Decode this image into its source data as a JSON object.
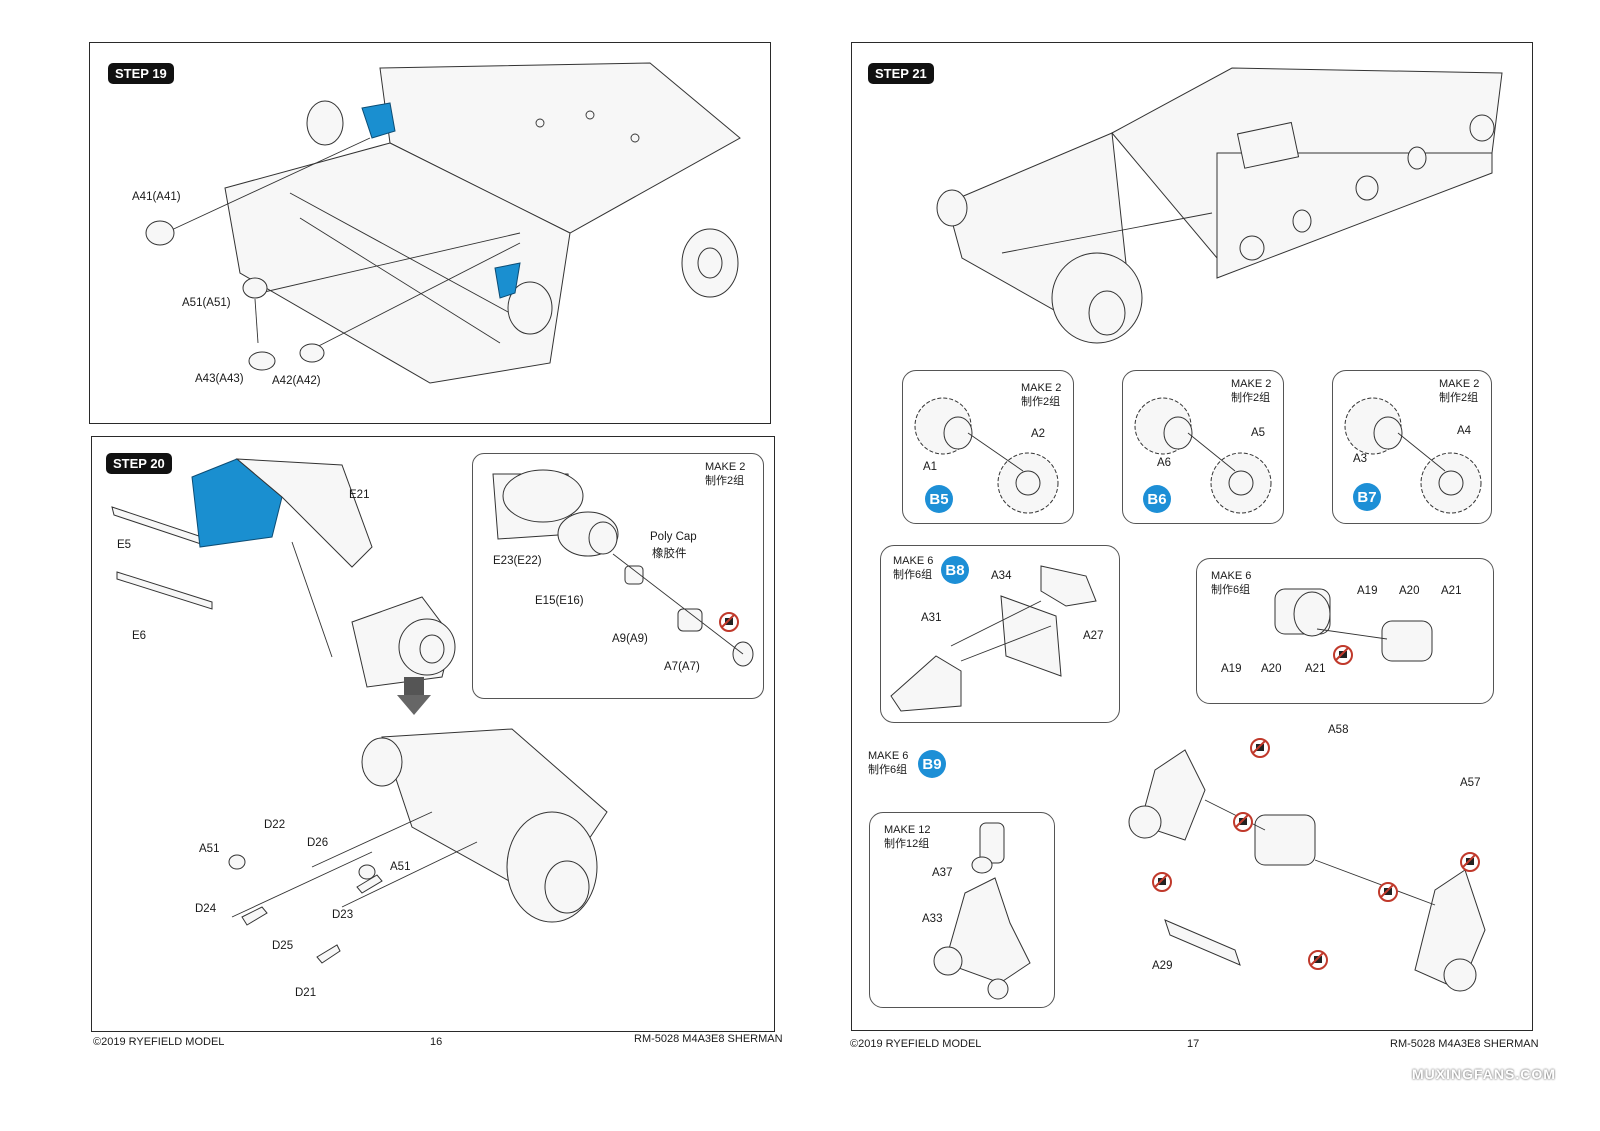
{
  "left_page": {
    "step19": {
      "badge": "STEP 19",
      "labels": [
        "A41(A41)",
        "A51(A51)",
        "A43(A43)",
        "A42(A42)"
      ]
    },
    "step20": {
      "badge": "STEP 20",
      "labels": {
        "e21": "E21",
        "e5": "E5",
        "e6": "E6",
        "e23": "E23(E22)",
        "e15": "E15(E16)",
        "polycap": "Poly Cap",
        "polycap_cn": "橡胶件",
        "a9": "A9(A9)",
        "a7": "A7(A7)",
        "d22": "D22",
        "d26": "D26",
        "a51a": "A51",
        "a51b": "A51",
        "d24": "D24",
        "d23": "D23",
        "d25": "D25",
        "d21": "D21"
      },
      "make": "MAKE 2\n制作2组"
    },
    "footer": {
      "copyright": "©2019 RYEFIELD MODEL",
      "page": "16",
      "product": "RM-5028 M4A3E8 SHERMAN"
    }
  },
  "right_page": {
    "step21": {
      "badge": "STEP 21"
    },
    "b5": {
      "badge": "B5",
      "make": "MAKE 2\n制作2组",
      "a": "A1",
      "b": "A2"
    },
    "b6": {
      "badge": "B6",
      "make": "MAKE 2\n制作2组",
      "a": "A6",
      "b": "A5"
    },
    "b7": {
      "badge": "B7",
      "make": "MAKE 2\n制作2组",
      "a": "A3",
      "b": "A4"
    },
    "b8": {
      "badge": "B8",
      "make": "MAKE 6\n制作6组",
      "labels": {
        "a34": "A34",
        "a31": "A31",
        "a27": "A27"
      }
    },
    "rocker": {
      "make": "MAKE 6\n制作6组",
      "l1": "A19",
      "l2": "A20",
      "l3": "A21",
      "l4": "A19",
      "l5": "A20",
      "l6": "A21"
    },
    "b9": {
      "badge": "B9",
      "make": "MAKE 6\n制作6组",
      "labels": {
        "a58": "A58",
        "a57": "A57",
        "a29": "A29"
      }
    },
    "arm": {
      "make": "MAKE 12\n制作12组",
      "labels": {
        "a37": "A37",
        "a33": "A33"
      }
    },
    "footer": {
      "copyright": "©2019 RYEFIELD MODEL",
      "page": "17",
      "product": "RM-5028 M4A3E8 SHERMAN"
    }
  },
  "watermark": "MUXINGFANS.COM",
  "colors": {
    "accent_blue": "#1d8fd6",
    "part_blue": "#1a8fd0",
    "no_glue_red": "#c0392b"
  }
}
